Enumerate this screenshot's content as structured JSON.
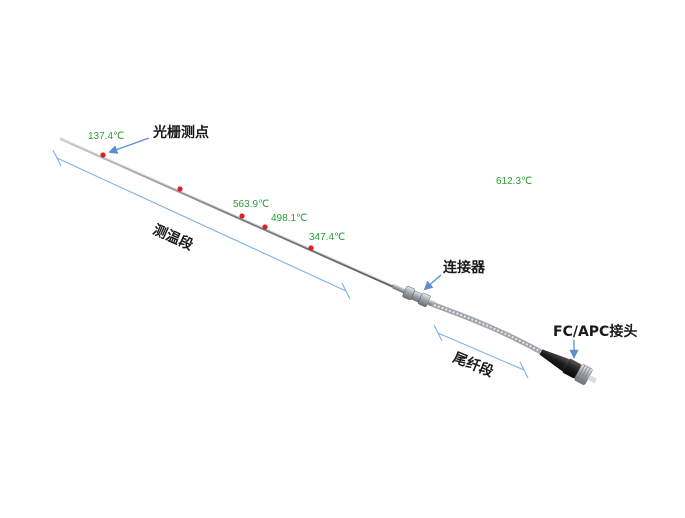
{
  "temperatures": [
    {
      "id": "t1",
      "value": "137.4℃"
    },
    {
      "id": "t2",
      "value": "563.9℃"
    },
    {
      "id": "t3",
      "value": "498.1℃"
    },
    {
      "id": "t4",
      "value": "347.4℃"
    },
    {
      "id": "t5",
      "value": "612.3℃"
    }
  ],
  "callouts": {
    "grating_point": "光栅测点",
    "connector": "连接器",
    "fc_apc_connector": "FC/APC接头"
  },
  "segments": {
    "sensing": "测温段",
    "pigtail": "尾纤段"
  },
  "colors": {
    "temperature_text": "#2e9e3c",
    "grating_dot": "#e02020",
    "arrow": "#5b8fd0",
    "bracket": "#7fb2e6",
    "probe_rod": "#8a8f96",
    "connector_body": "#2a2a2a"
  }
}
